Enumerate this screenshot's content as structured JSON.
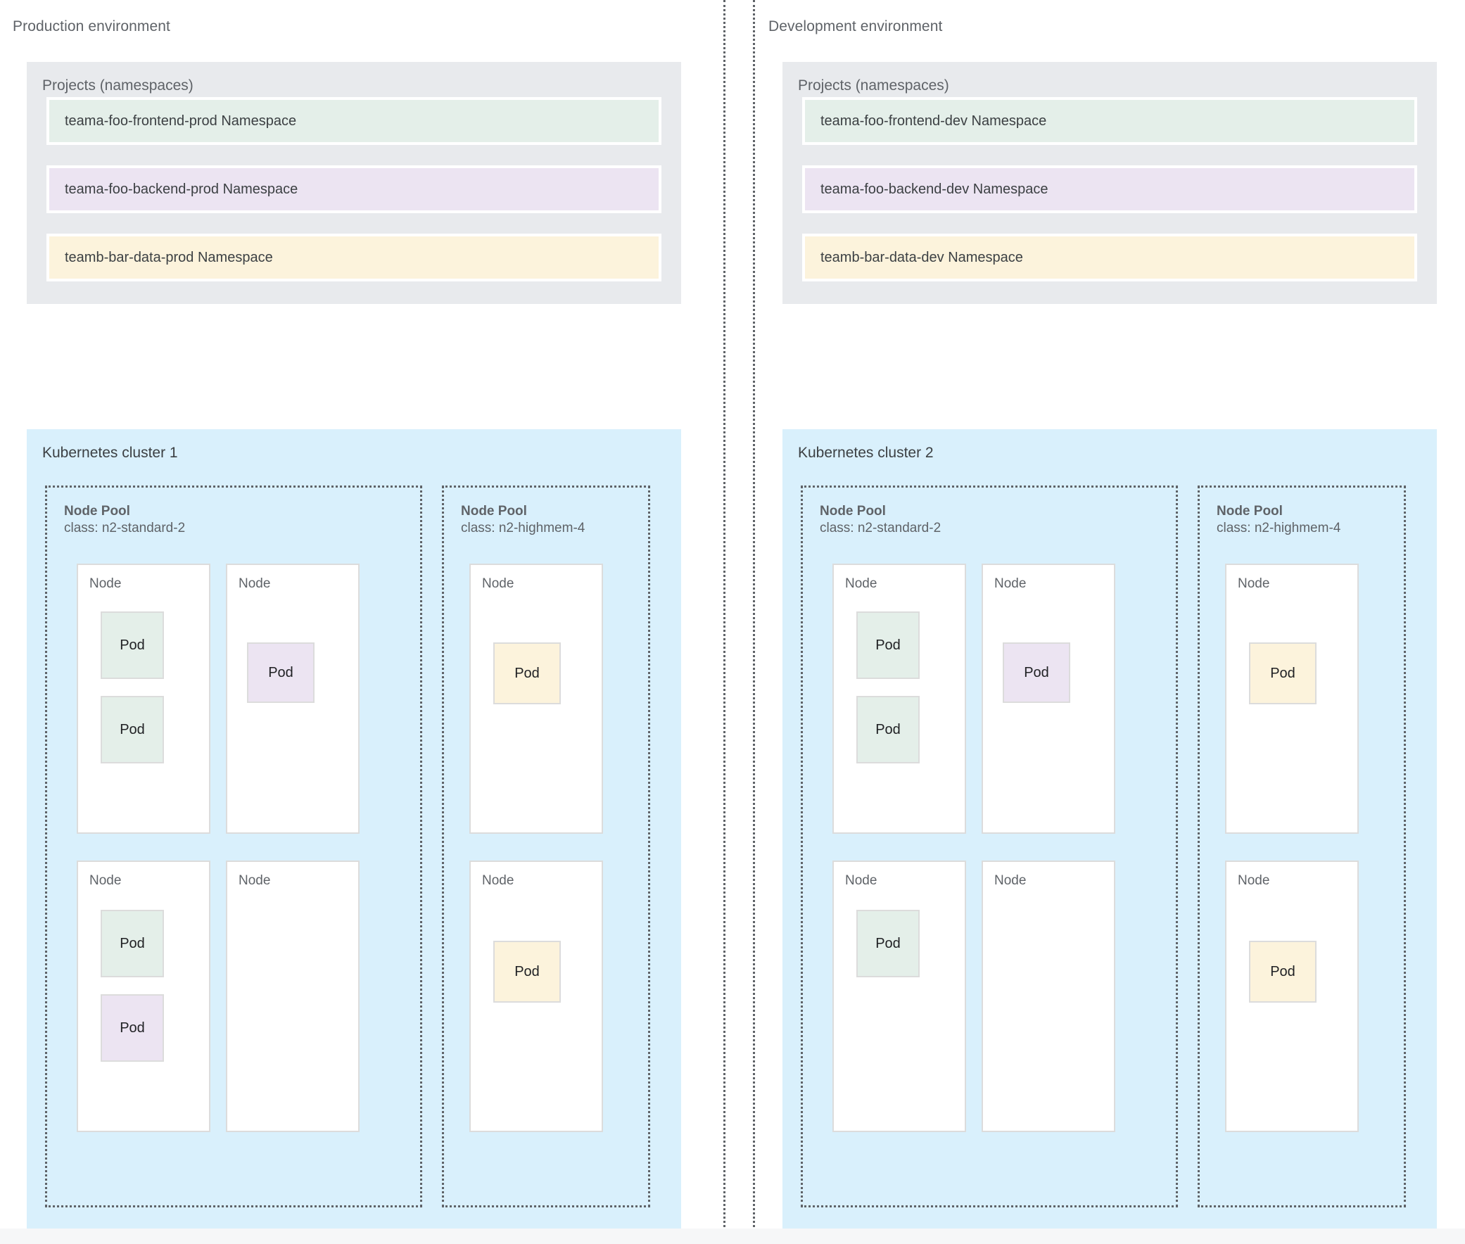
{
  "environments": [
    {
      "id": "production",
      "title": "Production environment",
      "projects": {
        "title": "Projects (namespaces)",
        "namespaces": [
          {
            "label": "teama-foo-frontend-prod Namespace",
            "color_name": "green",
            "color": "#e4efe9"
          },
          {
            "label": "teama-foo-backend-prod Namespace",
            "color_name": "purple",
            "color": "#ece4f2"
          },
          {
            "label": "teamb-bar-data-prod Namespace",
            "color_name": "yellow",
            "color": "#fcf3dc"
          }
        ]
      },
      "cluster": {
        "title": "Kubernetes cluster 1",
        "node_pools": [
          {
            "name": "Node Pool",
            "class": "class: n2-standard-2",
            "nodes": [
              {
                "label": "Node",
                "pods": [
                  {
                    "label": "Pod",
                    "color_name": "green"
                  },
                  {
                    "label": "Pod",
                    "color_name": "green"
                  }
                ]
              },
              {
                "label": "Node",
                "pods": [
                  {
                    "label": "Pod",
                    "color_name": "purple"
                  }
                ]
              },
              {
                "label": "Node",
                "pods": [
                  {
                    "label": "Pod",
                    "color_name": "green"
                  },
                  {
                    "label": "Pod",
                    "color_name": "purple"
                  }
                ]
              },
              {
                "label": "Node",
                "pods": []
              }
            ]
          },
          {
            "name": "Node Pool",
            "class": "class: n2-highmem-4",
            "nodes": [
              {
                "label": "Node",
                "pods": [
                  {
                    "label": "Pod",
                    "color_name": "yellow"
                  }
                ]
              },
              {
                "label": "Node",
                "pods": [
                  {
                    "label": "Pod",
                    "color_name": "yellow"
                  }
                ]
              }
            ]
          }
        ]
      }
    },
    {
      "id": "development",
      "title": "Development environment",
      "projects": {
        "title": "Projects (namespaces)",
        "namespaces": [
          {
            "label": "teama-foo-frontend-dev Namespace",
            "color_name": "green",
            "color": "#e4efe9"
          },
          {
            "label": "teama-foo-backend-dev Namespace",
            "color_name": "purple",
            "color": "#ece4f2"
          },
          {
            "label": "teamb-bar-data-dev Namespace",
            "color_name": "yellow",
            "color": "#fcf3dc"
          }
        ]
      },
      "cluster": {
        "title": "Kubernetes cluster 2",
        "node_pools": [
          {
            "name": "Node Pool",
            "class": "class: n2-standard-2",
            "nodes": [
              {
                "label": "Node",
                "pods": [
                  {
                    "label": "Pod",
                    "color_name": "green"
                  },
                  {
                    "label": "Pod",
                    "color_name": "green"
                  }
                ]
              },
              {
                "label": "Node",
                "pods": [
                  {
                    "label": "Pod",
                    "color_name": "purple"
                  }
                ]
              },
              {
                "label": "Node",
                "pods": [
                  {
                    "label": "Pod",
                    "color_name": "green"
                  }
                ]
              },
              {
                "label": "Node",
                "pods": []
              }
            ]
          },
          {
            "name": "Node Pool",
            "class": "class: n2-highmem-4",
            "nodes": [
              {
                "label": "Node",
                "pods": [
                  {
                    "label": "Pod",
                    "color_name": "yellow"
                  }
                ]
              },
              {
                "label": "Node",
                "pods": [
                  {
                    "label": "Pod",
                    "color_name": "yellow"
                  }
                ]
              }
            ]
          }
        ]
      }
    }
  ],
  "palette": {
    "green": "#e4efe9",
    "purple": "#ece4f2",
    "yellow": "#fcf3dc",
    "cluster_background": "#d9f0fc",
    "projects_background": "#e8eaed",
    "node_background": "#ffffff",
    "border_gray": "#dcdcdc",
    "text_gray": "#5f6368",
    "text_dark": "#3c4043"
  }
}
